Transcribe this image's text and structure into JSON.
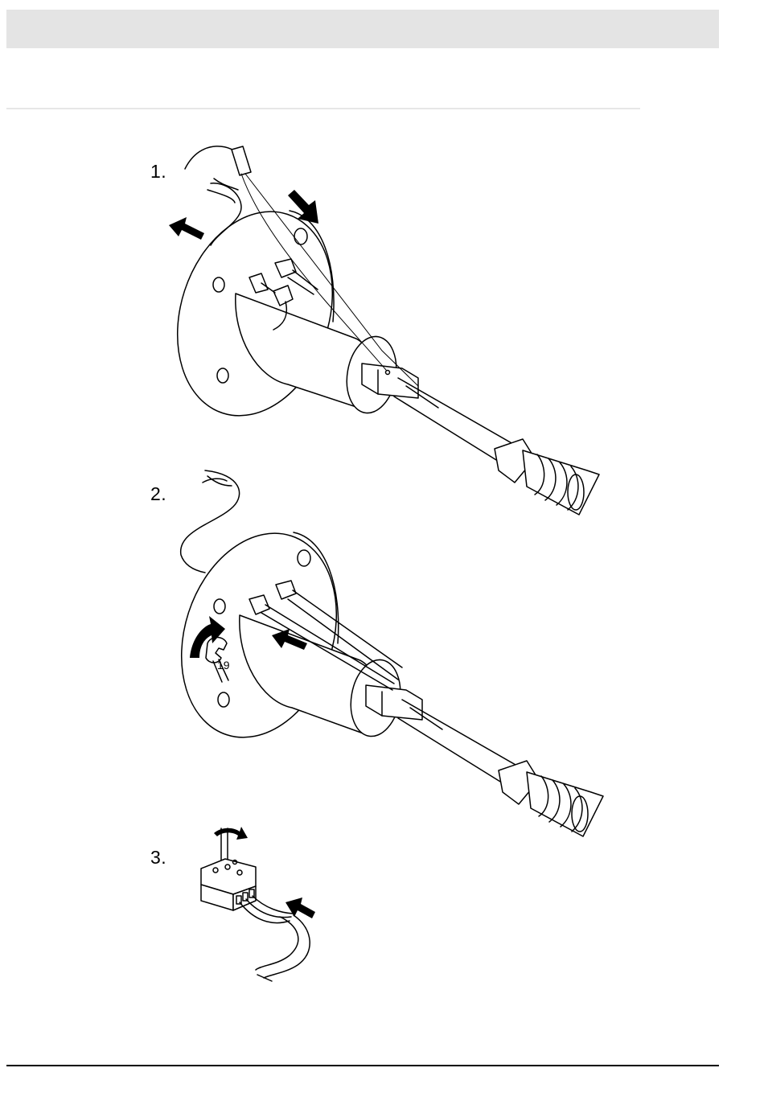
{
  "steps": [
    {
      "number": "1.",
      "illustration": "sensor-assembly-cable-routing"
    },
    {
      "number": "2.",
      "illustration": "sensor-assembly-nut-tightening",
      "wrench_size": "19"
    },
    {
      "number": "3.",
      "illustration": "terminal-block-wiring"
    }
  ],
  "icons": {
    "arrow": "arrow-icon",
    "curved_arrow": "curved-arrow-icon",
    "wrench": "wrench-icon",
    "screwdriver": "screwdriver-icon"
  },
  "colors": {
    "header_band": "#e4e4e4",
    "header_rule": "#e6e6e6",
    "footer_rule": "#000000",
    "line_art": "#000000"
  }
}
